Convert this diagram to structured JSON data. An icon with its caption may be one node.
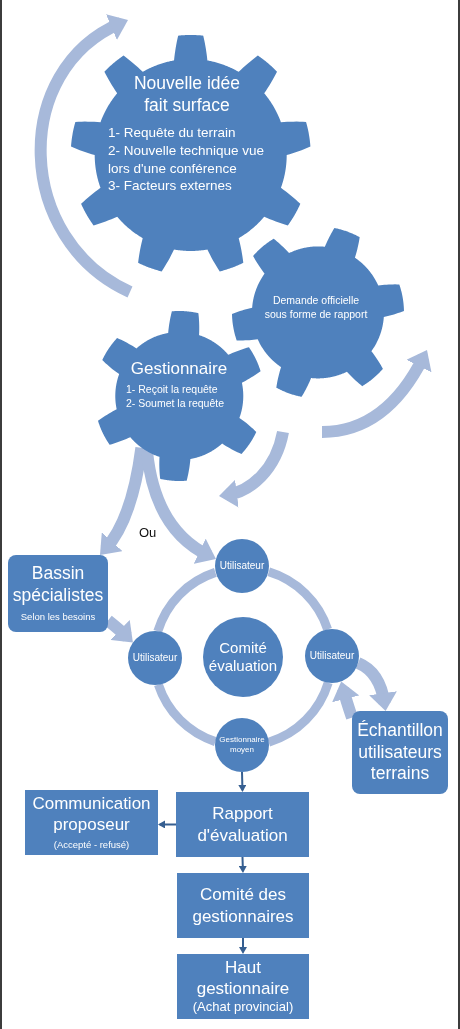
{
  "diagram": {
    "nodes": [
      {
        "text": [
          "Nouvelle idée fait surface",
          "1- Requête du terrain",
          "2- Nouvelle technique vue lors d'une conférence",
          "3- Facteurs externes"
        ]
      },
      {
        "text": [
          "Demande officielle sous forme de rapport"
        ]
      },
      {
        "text": [
          "Gestionnaire",
          "1- Reçoit la requête",
          "2- Soumet la requête"
        ]
      },
      {
        "text": [
          "Bassin spécialistes",
          "Selon les besoins"
        ]
      },
      {
        "text": [
          "Utilisateur"
        ]
      },
      {
        "text": [
          "Utilisateur"
        ]
      },
      {
        "text": [
          "Comité évaluation"
        ]
      },
      {
        "text": [
          "Utilisateur"
        ]
      },
      {
        "text": [
          "Gestionnaire moyen"
        ]
      },
      {
        "text": [
          "Échantillon utilisateurs terrains"
        ]
      },
      {
        "text": [
          "Communication proposeur",
          "(Accepté - refusé)"
        ]
      },
      {
        "text": [
          "Rapport d'évaluation"
        ]
      },
      {
        "text": [
          "Comité des gestionnaires"
        ]
      },
      {
        "text": [
          "Haut gestionnaire",
          "(Achat provincial)"
        ]
      }
    ],
    "edges": [
      {
        "from": 2,
        "to": 3,
        "arrow": "to"
      },
      {
        "from": 2,
        "to": 4,
        "arrow": "to"
      },
      {
        "from": 3,
        "to": 5,
        "arrow": "to"
      },
      {
        "from": 4,
        "to": 7,
        "arrow": "none"
      },
      {
        "from": 7,
        "to": 8,
        "arrow": "none"
      },
      {
        "from": 8,
        "to": 5,
        "arrow": "none"
      },
      {
        "from": 5,
        "to": 4,
        "arrow": "none"
      },
      {
        "from": 7,
        "to": 9,
        "arrow": "to"
      },
      {
        "from": 9,
        "to": 7,
        "arrow": "to"
      },
      {
        "from": 8,
        "to": 11,
        "arrow": "to",
        "color": "#365f91"
      },
      {
        "from": 11,
        "to": 10,
        "arrow": "to",
        "color": "#365f91"
      },
      {
        "from": 11,
        "to": 12,
        "arrow": "to",
        "color": "#365f91"
      },
      {
        "from": 12,
        "to": 13,
        "arrow": "to",
        "color": "#365f91"
      }
    ],
    "labels": [
      "Ou"
    ]
  }
}
